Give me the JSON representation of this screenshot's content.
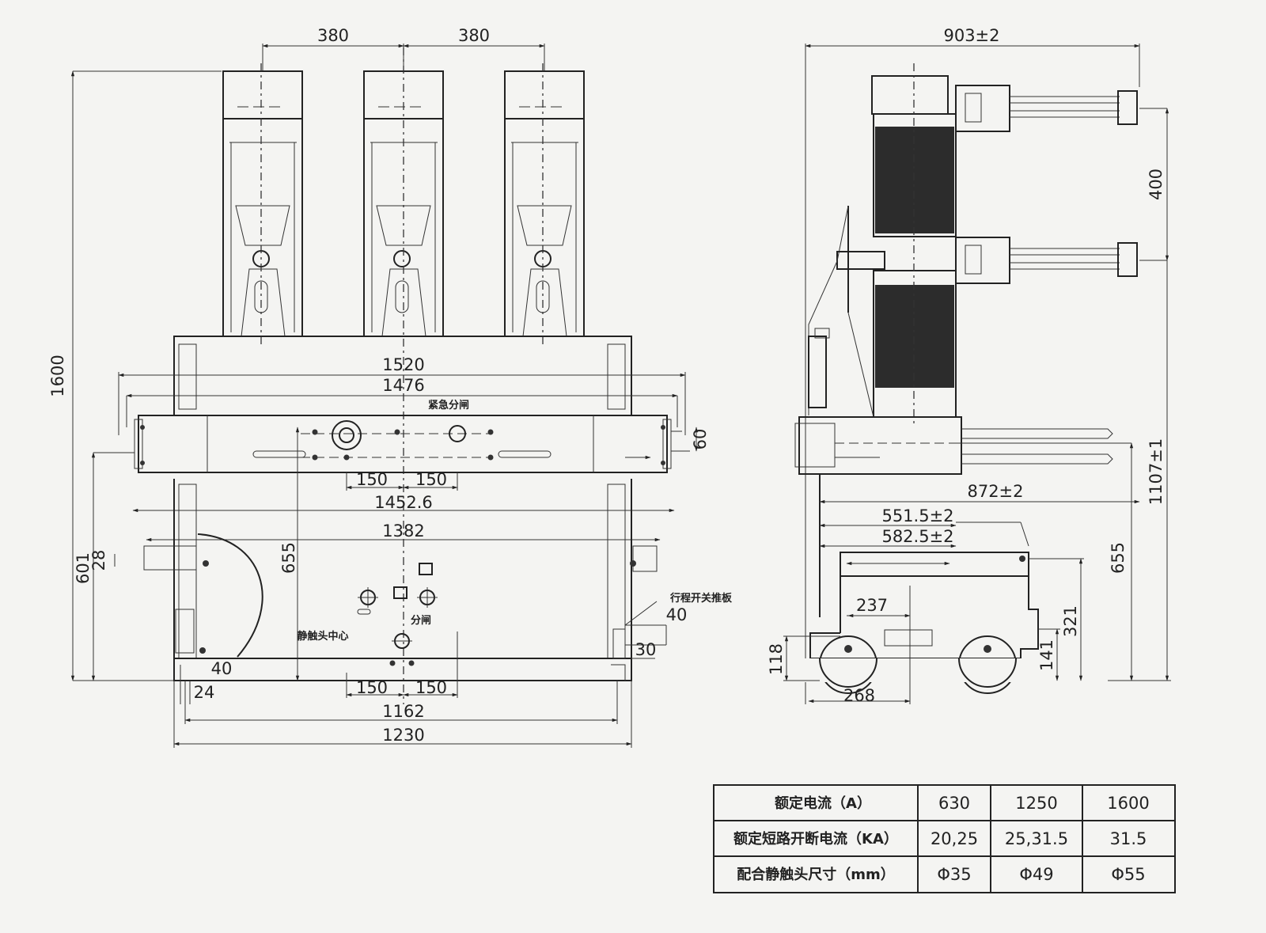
{
  "front_view": {
    "dims": {
      "phase_spacing_1": "380",
      "phase_spacing_2": "380",
      "height_total": "1600",
      "width_1520": "1520",
      "width_1476": "1476",
      "width_1452": "1452.6",
      "width_1382": "1382",
      "width_1162": "1162",
      "width_1230": "1230",
      "h_655": "655",
      "h_601": "601",
      "h_28": "28",
      "h_60": "60",
      "d_150_a": "150",
      "d_150_b": "150",
      "d_150_c": "150",
      "d_150_d": "150",
      "d_40_left": "40",
      "d_24": "24",
      "d_40_right": "40",
      "d_30": "30"
    },
    "notes": {
      "emergency_open": "紧急分闸",
      "travel_switch": "行程开关推板",
      "open": "分闸",
      "contact_center": "静触头中心"
    }
  },
  "side_view": {
    "dims": {
      "width_903": "903±2",
      "h_400": "400",
      "h_1107": "1107±1",
      "d_872": "872±2",
      "d_551": "551.5±2",
      "d_582": "582.5±2",
      "h_655": "655",
      "d_237": "237",
      "h_321": "321",
      "h_141": "141",
      "h_118": "118",
      "d_268": "268"
    }
  },
  "spec_table": {
    "rows": [
      {
        "label": "额定电流（A）",
        "values": [
          "630",
          "1250",
          "1600"
        ]
      },
      {
        "label": "额定短路开断电流（KA）",
        "values": [
          "20,25",
          "25,31.5",
          "31.5"
        ]
      },
      {
        "label": "配合静触头尺寸（mm）",
        "values": [
          "Φ35",
          "Φ49",
          "Φ55"
        ]
      }
    ]
  }
}
